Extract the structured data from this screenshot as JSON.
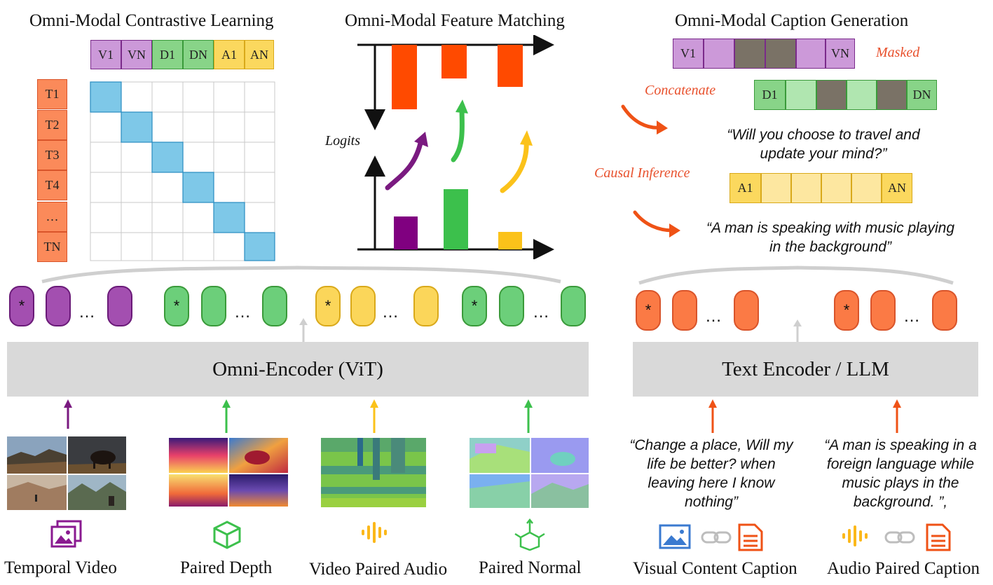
{
  "contrastive": {
    "title": "Omni-Modal Contrastive Learning",
    "top_tokens": [
      {
        "label": "V1",
        "color": "#cc99d9",
        "border": "#7a2a8a"
      },
      {
        "label": "VN",
        "color": "#cc99d9",
        "border": "#7a2a8a"
      },
      {
        "label": "D1",
        "color": "#88d488",
        "border": "#3a9a3a"
      },
      {
        "label": "DN",
        "color": "#88d488",
        "border": "#3a9a3a"
      },
      {
        "label": "A1",
        "color": "#fbd85e",
        "border": "#d9a91a"
      },
      {
        "label": "AN",
        "color": "#fbd85e",
        "border": "#d9a91a"
      }
    ],
    "text_tokens": [
      "T1",
      "T2",
      "T3",
      "T4",
      "…",
      "TN"
    ]
  },
  "matching": {
    "title": "Omni-Modal Feature Matching",
    "logits_label": "Logits"
  },
  "caption_gen": {
    "title": "Omni-Modal Caption Generation",
    "v_first": "V1",
    "v_last": "VN",
    "d_first": "D1",
    "d_last": "DN",
    "a_first": "A1",
    "a_last": "AN",
    "masked_label": "Masked",
    "concat_label": "Concatenate",
    "causal_label": "Causal Inference",
    "quote1": "“Will you choose to travel and update your mind?”",
    "quote2": "“A  man is speaking with music playing in the background”"
  },
  "encoders": {
    "omni": "Omni-Encoder (ViT)",
    "text": "Text Encoder / LLM"
  },
  "tokens": {
    "star": "*",
    "dots": "…"
  },
  "inputs": {
    "temporal_video": "Temporal Video",
    "paired_depth": "Paired Depth",
    "video_paired_audio": "Video Paired Audio",
    "paired_normal": "Paired Normal",
    "visual_caption": "Visual Content Caption",
    "audio_caption": "Audio Paired Caption",
    "visual_quote": "“Change a place, Will my life be better? when leaving here I know nothing”",
    "audio_quote": "“A man is speaking in a foreign language while music plays in the background. ”,"
  },
  "colors": {
    "purple": "#a34fb0",
    "green": "#6ccf7a",
    "yellow": "#fbd65a",
    "orange": "#fb7a45",
    "blue": "#7ec8e8",
    "accent_red": "#e8502c"
  }
}
